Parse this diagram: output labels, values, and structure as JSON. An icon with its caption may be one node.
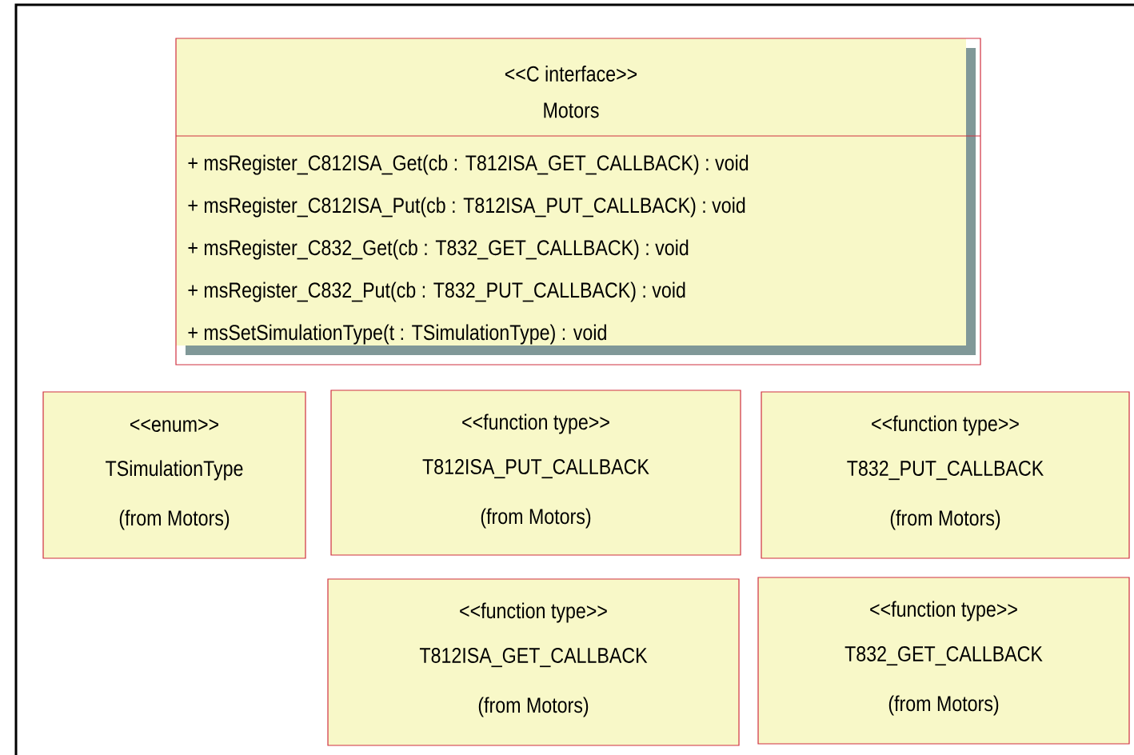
{
  "diagram": {
    "nodes": [
      {
        "text": [
          "<<C interface>>",
          "Motors",
          "+ msRegister_C812ISA_Get(cb : T812ISA_GET_CALLBACK) : void",
          "+ msRegister_C812ISA_Put(cb : T812ISA_PUT_CALLBACK) : void",
          "+ msRegister_C832_Get(cb : T832_GET_CALLBACK) : void",
          "+ msRegister_C832_Put(cb : T832_PUT_CALLBACK) : void",
          "+ msSetSimulationType(t : TSimulationType) : void"
        ]
      },
      {
        "text": [
          "<<enum>>",
          "TSimulationType",
          "(from Motors)"
        ]
      },
      {
        "text": [
          "<<function type>>",
          "T812ISA_PUT_CALLBACK",
          "(from Motors)"
        ]
      },
      {
        "text": [
          "<<function type>>",
          "T832_PUT_CALLBACK",
          "(from Motors)"
        ]
      },
      {
        "text": [
          "<<function type>>",
          "T812ISA_GET_CALLBACK",
          "(from Motors)"
        ]
      },
      {
        "text": [
          "<<function type>>",
          "T832_GET_CALLBACK",
          "(from Motors)"
        ]
      }
    ]
  }
}
